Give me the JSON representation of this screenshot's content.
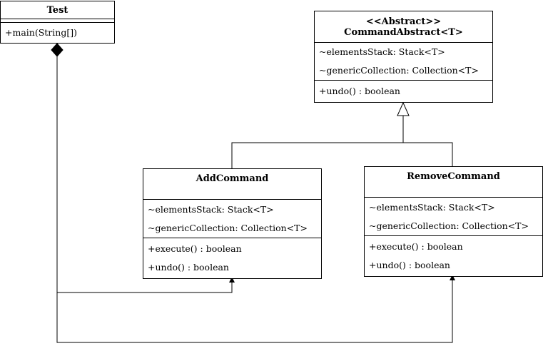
{
  "classes": {
    "test": {
      "name": "Test",
      "attributes": [],
      "methods": [
        "+main(String[])"
      ]
    },
    "command_abstract": {
      "stereotype": "<<Abstract>>",
      "name": "CommandAbstract<T>",
      "attributes": [
        "~elementsStack: Stack<T>",
        "~genericCollection: Collection<T>"
      ],
      "methods": [
        "+undo() : boolean"
      ]
    },
    "add_command": {
      "name": "AddCommand",
      "attributes": [
        "~elementsStack: Stack<T>",
        "~genericCollection: Collection<T>"
      ],
      "methods": [
        "+execute() : boolean",
        "+undo() : boolean"
      ]
    },
    "remove_command": {
      "name": "RemoveCommand",
      "attributes": [
        "~elementsStack: Stack<T>",
        "~genericCollection: Collection<T>"
      ],
      "methods": [
        "+execute() : boolean",
        "+undo() : boolean"
      ]
    }
  },
  "relationships": [
    {
      "from": "add_command",
      "to": "command_abstract",
      "type": "generalization"
    },
    {
      "from": "remove_command",
      "to": "command_abstract",
      "type": "generalization"
    },
    {
      "from": "test",
      "to": "add_command",
      "type": "composition"
    },
    {
      "from": "test",
      "to": "remove_command",
      "type": "composition"
    }
  ]
}
